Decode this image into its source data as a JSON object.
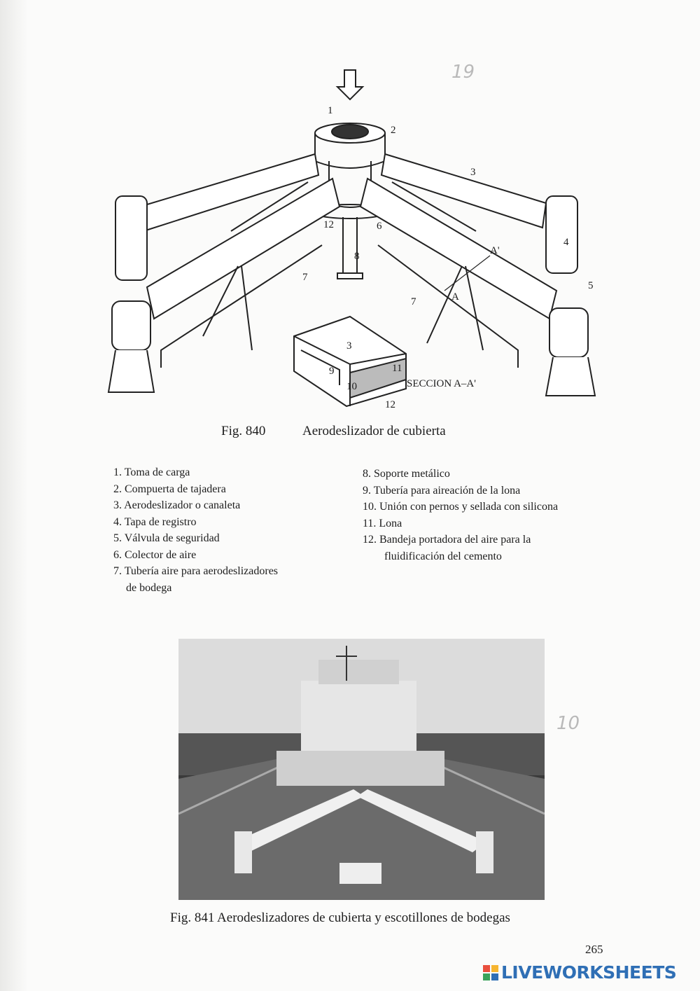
{
  "figure_840": {
    "labels": {
      "l1": "1",
      "l2": "2",
      "l3": "3",
      "l4": "4",
      "l5": "5",
      "l6": "6",
      "l7a": "7",
      "l7b": "7",
      "l8": "8",
      "l12": "12",
      "la": "A",
      "lap": "A'",
      "s3": "3",
      "s9": "9",
      "s10": "10",
      "s11": "11",
      "s12": "12",
      "section": "SECCION A–A'"
    },
    "caption_num": "Fig. 840",
    "caption_text": "Aerodeslizador de cubierta"
  },
  "legend_left": [
    "1. Toma de carga",
    "2. Compuerta de tajadera",
    "3. Aerodeslizador o canaleta",
    "4. Tapa de registro",
    "5. Válvula de seguridad",
    "6. Colector de aire",
    "7. Tubería aire para aerodeslizadores",
    "de bodega"
  ],
  "legend_right": [
    "8. Soporte metálico",
    "9. Tubería para aireación de la lona",
    "10. Unión con pernos y sellada con silicona",
    "11. Lona",
    "12. Bandeja portadora del aire para la",
    "fluidificación del cemento"
  ],
  "figure_841": {
    "caption": "Fig. 841 Aerodeslizadores de cubierta y escotillones de bodegas"
  },
  "handwriting": {
    "top": "19",
    "side": "10"
  },
  "page_number": "265",
  "watermark": {
    "text": "LIVEWORKSHEETS",
    "colors": [
      "#e94f3d",
      "#f6b530",
      "#3aa35b",
      "#2f6fb5"
    ]
  }
}
